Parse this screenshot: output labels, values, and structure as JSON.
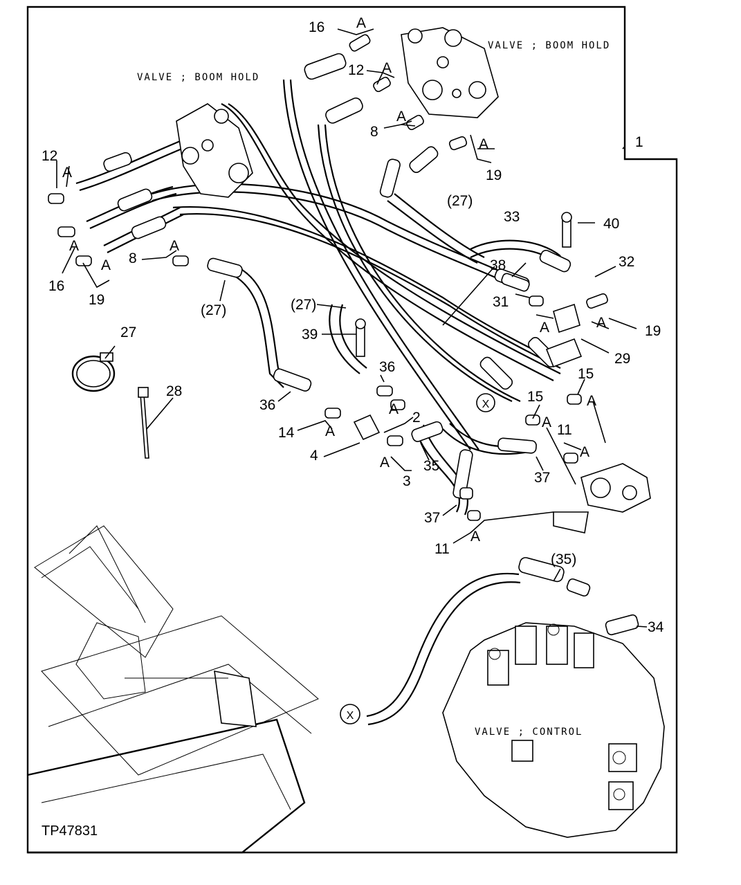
{
  "figure_id": "TP47831",
  "captions": {
    "valve_boom_hold_right": "VALVE ; BOOM  HOLD",
    "valve_boom_hold_left": "VALVE ; BOOM  HOLD",
    "valve_control": "VALVE ; CONTROL"
  },
  "callouts": {
    "c1": "1",
    "c2": "2",
    "c3": "3",
    "c4": "4",
    "c8a": "8",
    "c8b": "8",
    "c11a": "11",
    "c11b": "11",
    "c12a": "12",
    "c12b": "12",
    "c14": "14",
    "c15a": "15",
    "c15b": "15",
    "c16a": "16",
    "c16b": "16",
    "c19a": "19",
    "c19b": "19",
    "c19c": "19",
    "c27": "27",
    "c27p1": "(27)",
    "c27p2": "(27)",
    "c27p3": "(27)",
    "c28": "28",
    "c29": "29",
    "c31": "31",
    "c32": "32",
    "c33": "33",
    "c34": "34",
    "c35": "35",
    "c35p": "(35)",
    "c36a": "36",
    "c36b": "36",
    "c37a": "37",
    "c37b": "37",
    "c38": "38",
    "c39": "39",
    "c40": "40"
  },
  "ref_letter": "A",
  "connection_marker": "X",
  "colors": {
    "ink": "#000000",
    "paper": "#ffffff"
  }
}
